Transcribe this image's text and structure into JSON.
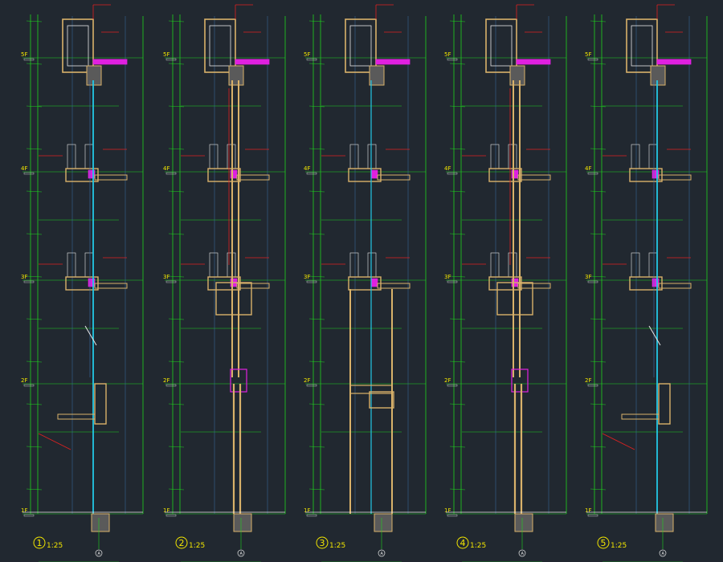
{
  "drawing": {
    "sections": [
      {
        "number": "1",
        "scale": "1:25",
        "axis": "A",
        "floors": [
          "5F",
          "4F",
          "3F",
          "2F",
          "1F"
        ],
        "variant": "curtain-wall"
      },
      {
        "number": "2",
        "scale": "1:25",
        "axis": "A",
        "floors": [
          "5F",
          "4F",
          "3F",
          "2F",
          "1F"
        ],
        "variant": "frame-mid"
      },
      {
        "number": "3",
        "scale": "1:25",
        "axis": "A",
        "floors": [
          "5F",
          "4F",
          "3F",
          "2F",
          "1F"
        ],
        "variant": "full-height"
      },
      {
        "number": "4",
        "scale": "1:25",
        "axis": "A",
        "floors": [
          "5F",
          "4F",
          "3F",
          "2F",
          "1F"
        ],
        "variant": "frame-mid"
      },
      {
        "number": "5",
        "scale": "1:25",
        "axis": "A",
        "floors": [
          "5F",
          "4F",
          "3F",
          "2F",
          "1F"
        ],
        "variant": "curtain-wall"
      }
    ],
    "colors": {
      "background": "#212830",
      "dimension": "#1fd31f",
      "leader": "#e02020",
      "text": "#f2e600",
      "wall": "#d9b26a",
      "glass": "#22c8e6",
      "cut": "#e020e0",
      "outline": "#e8e8e8"
    }
  }
}
